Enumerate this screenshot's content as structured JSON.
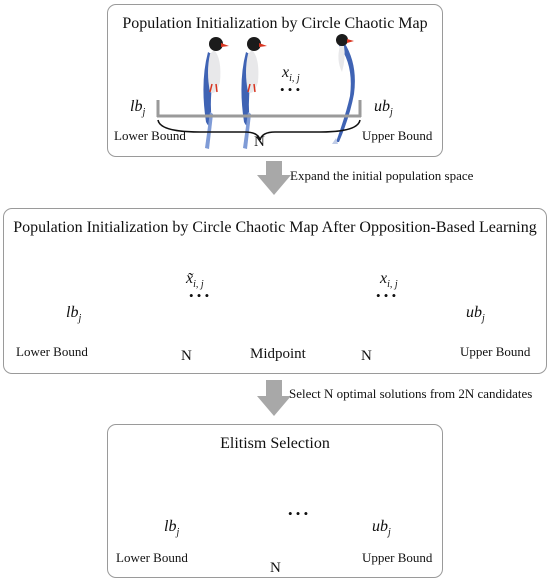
{
  "panel1": {
    "title": "Population Initialization by Circle Chaotic Map",
    "var_x": "x",
    "var_x_sub": "i, j",
    "dots": "• • •",
    "lb": "lb",
    "lb_sub": "j",
    "ub": "ub",
    "ub_sub": "j",
    "lower": "Lower Bound",
    "upper": "Upper Bound",
    "n": "N"
  },
  "arrow1": {
    "text": "Expand the initial population space"
  },
  "panel2": {
    "title": "Population Initialization by Circle Chaotic Map After Opposition-Based Learning",
    "var_xtilde": "x̃",
    "var_xtilde_sub": "i, j",
    "var_x": "x",
    "var_x_sub": "i, j",
    "dots": "• • •",
    "lb": "lb",
    "lb_sub": "j",
    "ub": "ub",
    "ub_sub": "j",
    "lower": "Lower Bound",
    "upper": "Upper Bound",
    "midpoint": "Midpoint",
    "n_left": "N",
    "n_right": "N"
  },
  "arrow2": {
    "text": "Select N optimal solutions from 2N candidates"
  },
  "panel3": {
    "title": "Elitism Selection",
    "dots": "• • •",
    "lb": "lb",
    "lb_sub": "j",
    "ub": "ub",
    "ub_sub": "j",
    "lower": "Lower Bound",
    "upper": "Upper Bound",
    "n": "N"
  },
  "colors": {
    "bird_body": "#3f63b4",
    "bird_head": "#1b1b1b",
    "bird_beak": "#d8341f",
    "bird_belly": "#e8e8ea",
    "bar": "#9a9a9a",
    "arrow": "#a8a8a8"
  }
}
